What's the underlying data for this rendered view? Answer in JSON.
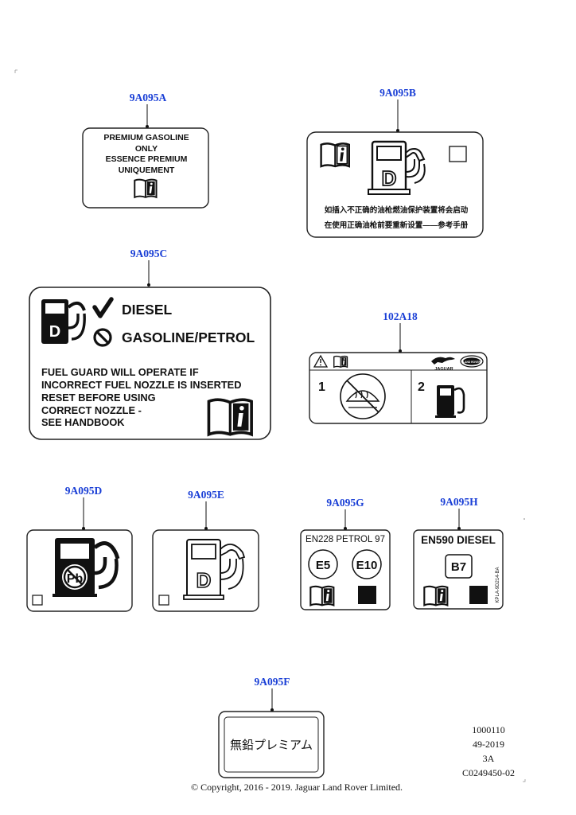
{
  "labels": {
    "a": {
      "part": "9A095A",
      "lines": [
        "PREMIUM  GASOLINE",
        "ONLY",
        "ESSENCE  PREMIUM",
        "UNIQUEMENT"
      ],
      "icon": "handbook-info-icon"
    },
    "b": {
      "part": "9A095B",
      "lines": [
        "如插入不正确的油枪燃油保护装置将会启动",
        "在使用正确油枪前要重新设置——参考手册"
      ],
      "icons": [
        "handbook-info-icon",
        "diesel-pump-icon",
        "checkbox-square"
      ]
    },
    "c": {
      "part": "9A095C",
      "fuel_ok": "DIESEL",
      "fuel_no": "GASOLINE/PETROL",
      "lines": [
        "FUEL GUARD WILL OPERATE IF",
        "INCORRECT FUEL NOZZLE IS INSERTED",
        "RESET BEFORE USING",
        "CORRECT NOZZLE -",
        "SEE HANDBOOK"
      ],
      "icons": [
        "diesel-pump-icon",
        "check-mark-icon",
        "prohibited-icon",
        "handbook-info-icon"
      ]
    },
    "r": {
      "part": "102A18",
      "jaguar_text": "JAGUAR",
      "landrover_text": "LAND ROVER",
      "step1": "1",
      "step2": "2",
      "icons": [
        "warning-icon",
        "handbook-info-icon",
        "jaguar-leaper-logo",
        "land-rover-oval-logo",
        "no-windscreen-demist-icon",
        "fuel-pump-icon"
      ]
    },
    "d": {
      "part": "9A095D",
      "icons": [
        "fuel-pump-no-lead-icon",
        "checkbox-square"
      ]
    },
    "e": {
      "part": "9A095E",
      "pump_letter": "D",
      "icons": [
        "diesel-pump-outline-icon",
        "checkbox-square"
      ]
    },
    "g": {
      "part": "9A095G",
      "title": "EN228 PETROL 97",
      "grades": [
        "E5",
        "E10"
      ],
      "icons": [
        "handbook-info-icon",
        "filled-square"
      ]
    },
    "h": {
      "part": "9A095H",
      "title": "EN590 DIESEL",
      "grade": "B7",
      "side_code": "KPLA-9D214-BA",
      "icons": [
        "handbook-info-icon",
        "filled-square"
      ]
    },
    "f": {
      "part": "9A095F",
      "text": "無鉛プレミアム"
    }
  },
  "pump_letter_c": "D",
  "pump_letter_b": "D",
  "ref": {
    "number": "1000110",
    "date": "49-2019",
    "revision": "3A",
    "code": "C0249450-02"
  },
  "copyright": "© Copyright, 2016 - 2019. Jaguar Land Rover Limited.",
  "colors": {
    "part_number": "#1a3fd6",
    "ink": "#111111",
    "line": "#222222"
  }
}
